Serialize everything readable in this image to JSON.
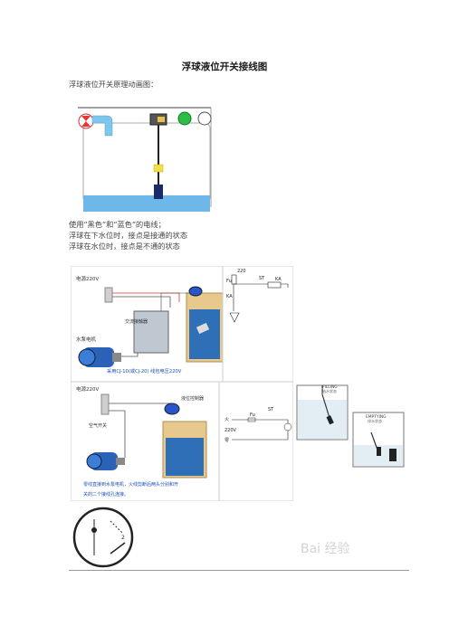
{
  "title": "浮球液位开关接线图",
  "intro": "浮球液位开关原理动画图：",
  "lines": [
    "使用“黑色”和“蓝色”的电线；",
    "浮球在下水位时，接点是接通的状态",
    "浮球在水位时，接点是不通的状态"
  ],
  "diagram1": {
    "power_label": "电源220V",
    "motor_label": "水泵电机",
    "contactor_label": "交流接触器",
    "note": "采用CJ-10(或CJ-20) 线包电压220V",
    "fu_label": "Fu",
    "v220": "220",
    "st_label": "ST",
    "ka_label": "KA"
  },
  "diagram2": {
    "power_label": "电源220V",
    "switch_label": "空气开关",
    "float_label": "液位控制器",
    "note_line1": "零线直接到水泵电机，火线剪断后两头分别和开",
    "note_line2": "关的二个接线孔连接。",
    "fire_label": "火",
    "zero_label": "零",
    "fu_label": "Fu",
    "st_label": "ST",
    "v220": "220V",
    "filling": "FILLING",
    "filling_cn": "抽水状态",
    "emptying": "EMPTYING",
    "emptying_cn": "排水状态"
  },
  "watermark": "Bai 经验"
}
